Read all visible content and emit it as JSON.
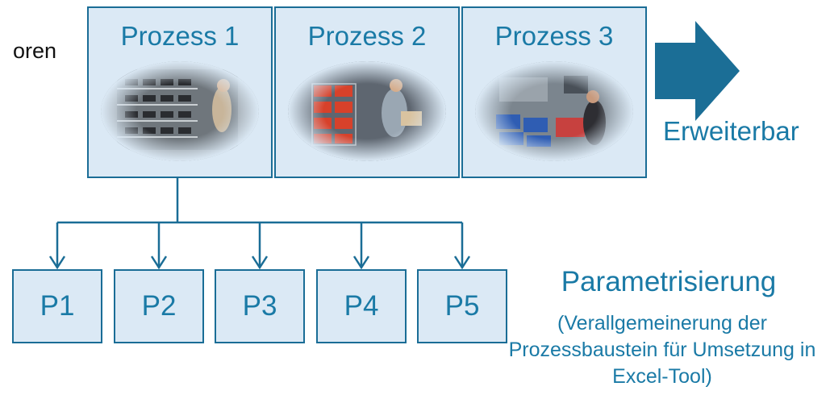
{
  "left_text": "oren",
  "processes": [
    {
      "label": "Prozess 1"
    },
    {
      "label": "Prozess 2"
    },
    {
      "label": "Prozess 3"
    }
  ],
  "arrow_label": "Erweiterbar",
  "parameters": [
    {
      "label": "P1"
    },
    {
      "label": "P2"
    },
    {
      "label": "P3"
    },
    {
      "label": "P4"
    },
    {
      "label": "P5"
    }
  ],
  "parametrisierung": {
    "title": "Parametrisierung",
    "subtitle": "(Verallgemeinerung der Prozessbaustein für Umsetzung in Excel-Tool)"
  },
  "colors": {
    "accent": "#1a7aa6",
    "box_fill": "#dbe9f5",
    "box_border": "#1a6d96",
    "arrow": "#1b6e96"
  }
}
